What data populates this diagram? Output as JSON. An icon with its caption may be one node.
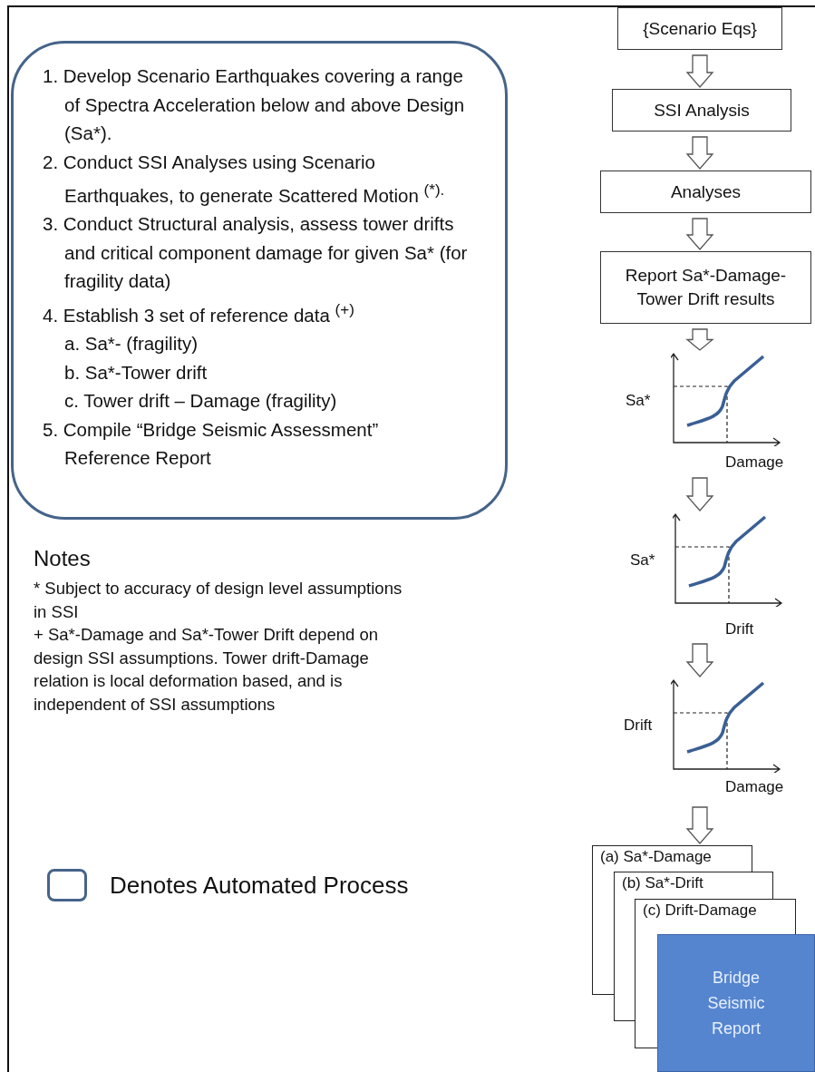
{
  "diagram": {
    "nodes": [
      {
        "text": [
          "1. Develop Scenario Earthquakes covering a range of Spectra Acceleration below and above Design (Sa*).",
          "2. Conduct SSI Analyses using Scenario Earthquakes, to generate Scattered Motion $^{(*).}$",
          "3. Conduct Structural analysis, assess tower drifts and critical component damage for given Sa* (for fragility data)",
          "4. Establish 3 set of reference data $^{(+)}$",
          "a. Sa*- (fragility)",
          "b. Sa*-Tower drift",
          "c. Tower drift – Damage (fragility)",
          "5. Compile “Bridge Seismic Assessment” Reference Report"
        ]
      },
      {
        "text": [
          "{Scenario Eqs}"
        ]
      },
      {
        "text": [
          "SSI Analysis"
        ]
      },
      {
        "text": [
          "Analyses"
        ]
      },
      {
        "text": [
          "Report Sa*-Damage-Tower Drift results"
        ]
      },
      {
        "text": [],
        "shape": "picture",
        "beside": [
          "Sa*",
          "Damage"
        ]
      },
      {
        "text": [],
        "shape": "picture",
        "beside": [
          "Sa*",
          "Drift"
        ]
      },
      {
        "text": [],
        "shape": "picture",
        "beside": [
          "Drift",
          "Damage"
        ]
      },
      {
        "text": [
          "(a) Sa*-Damage"
        ]
      },
      {
        "text": [
          "(b) Sa*-Drift"
        ]
      },
      {
        "text": [
          "(c) Drift-Damage"
        ]
      },
      {
        "text": [
          "Bridge Seismic Report"
        ]
      }
    ],
    "edges": [
      {
        "from": 1,
        "to": 2,
        "arrow": "to"
      },
      {
        "from": 2,
        "to": 3,
        "arrow": "to"
      },
      {
        "from": 3,
        "to": 4,
        "arrow": "to"
      },
      {
        "from": 4,
        "to": 5,
        "arrow": "to"
      },
      {
        "from": 5,
        "to": 6,
        "arrow": "to"
      },
      {
        "from": 6,
        "to": 7,
        "arrow": "to"
      },
      {
        "from": 7,
        "to": 8,
        "arrow": "to"
      }
    ],
    "labels": [
      "Notes",
      "* Subject to accuracy of design level assumptions in SSI",
      "+ Sa*-Damage and Sa*-Tower Drift depend on design SSI assumptions. Tower drift-Damage relation is local deformation based, and is independent of SSI assumptions"
    ],
    "legend": [
      {
        "text": "Denotes Automated Process"
      }
    ]
  }
}
